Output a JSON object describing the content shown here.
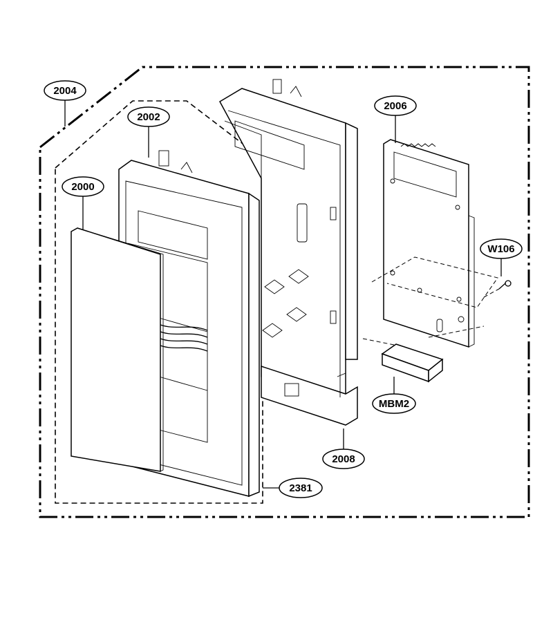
{
  "parts": {
    "p2004": "2004",
    "p2002": "2002",
    "p2000": "2000",
    "p2006": "2006",
    "pW106": "W106",
    "pMBM2": "MBM2",
    "p2008": "2008",
    "p2381": "2381"
  }
}
